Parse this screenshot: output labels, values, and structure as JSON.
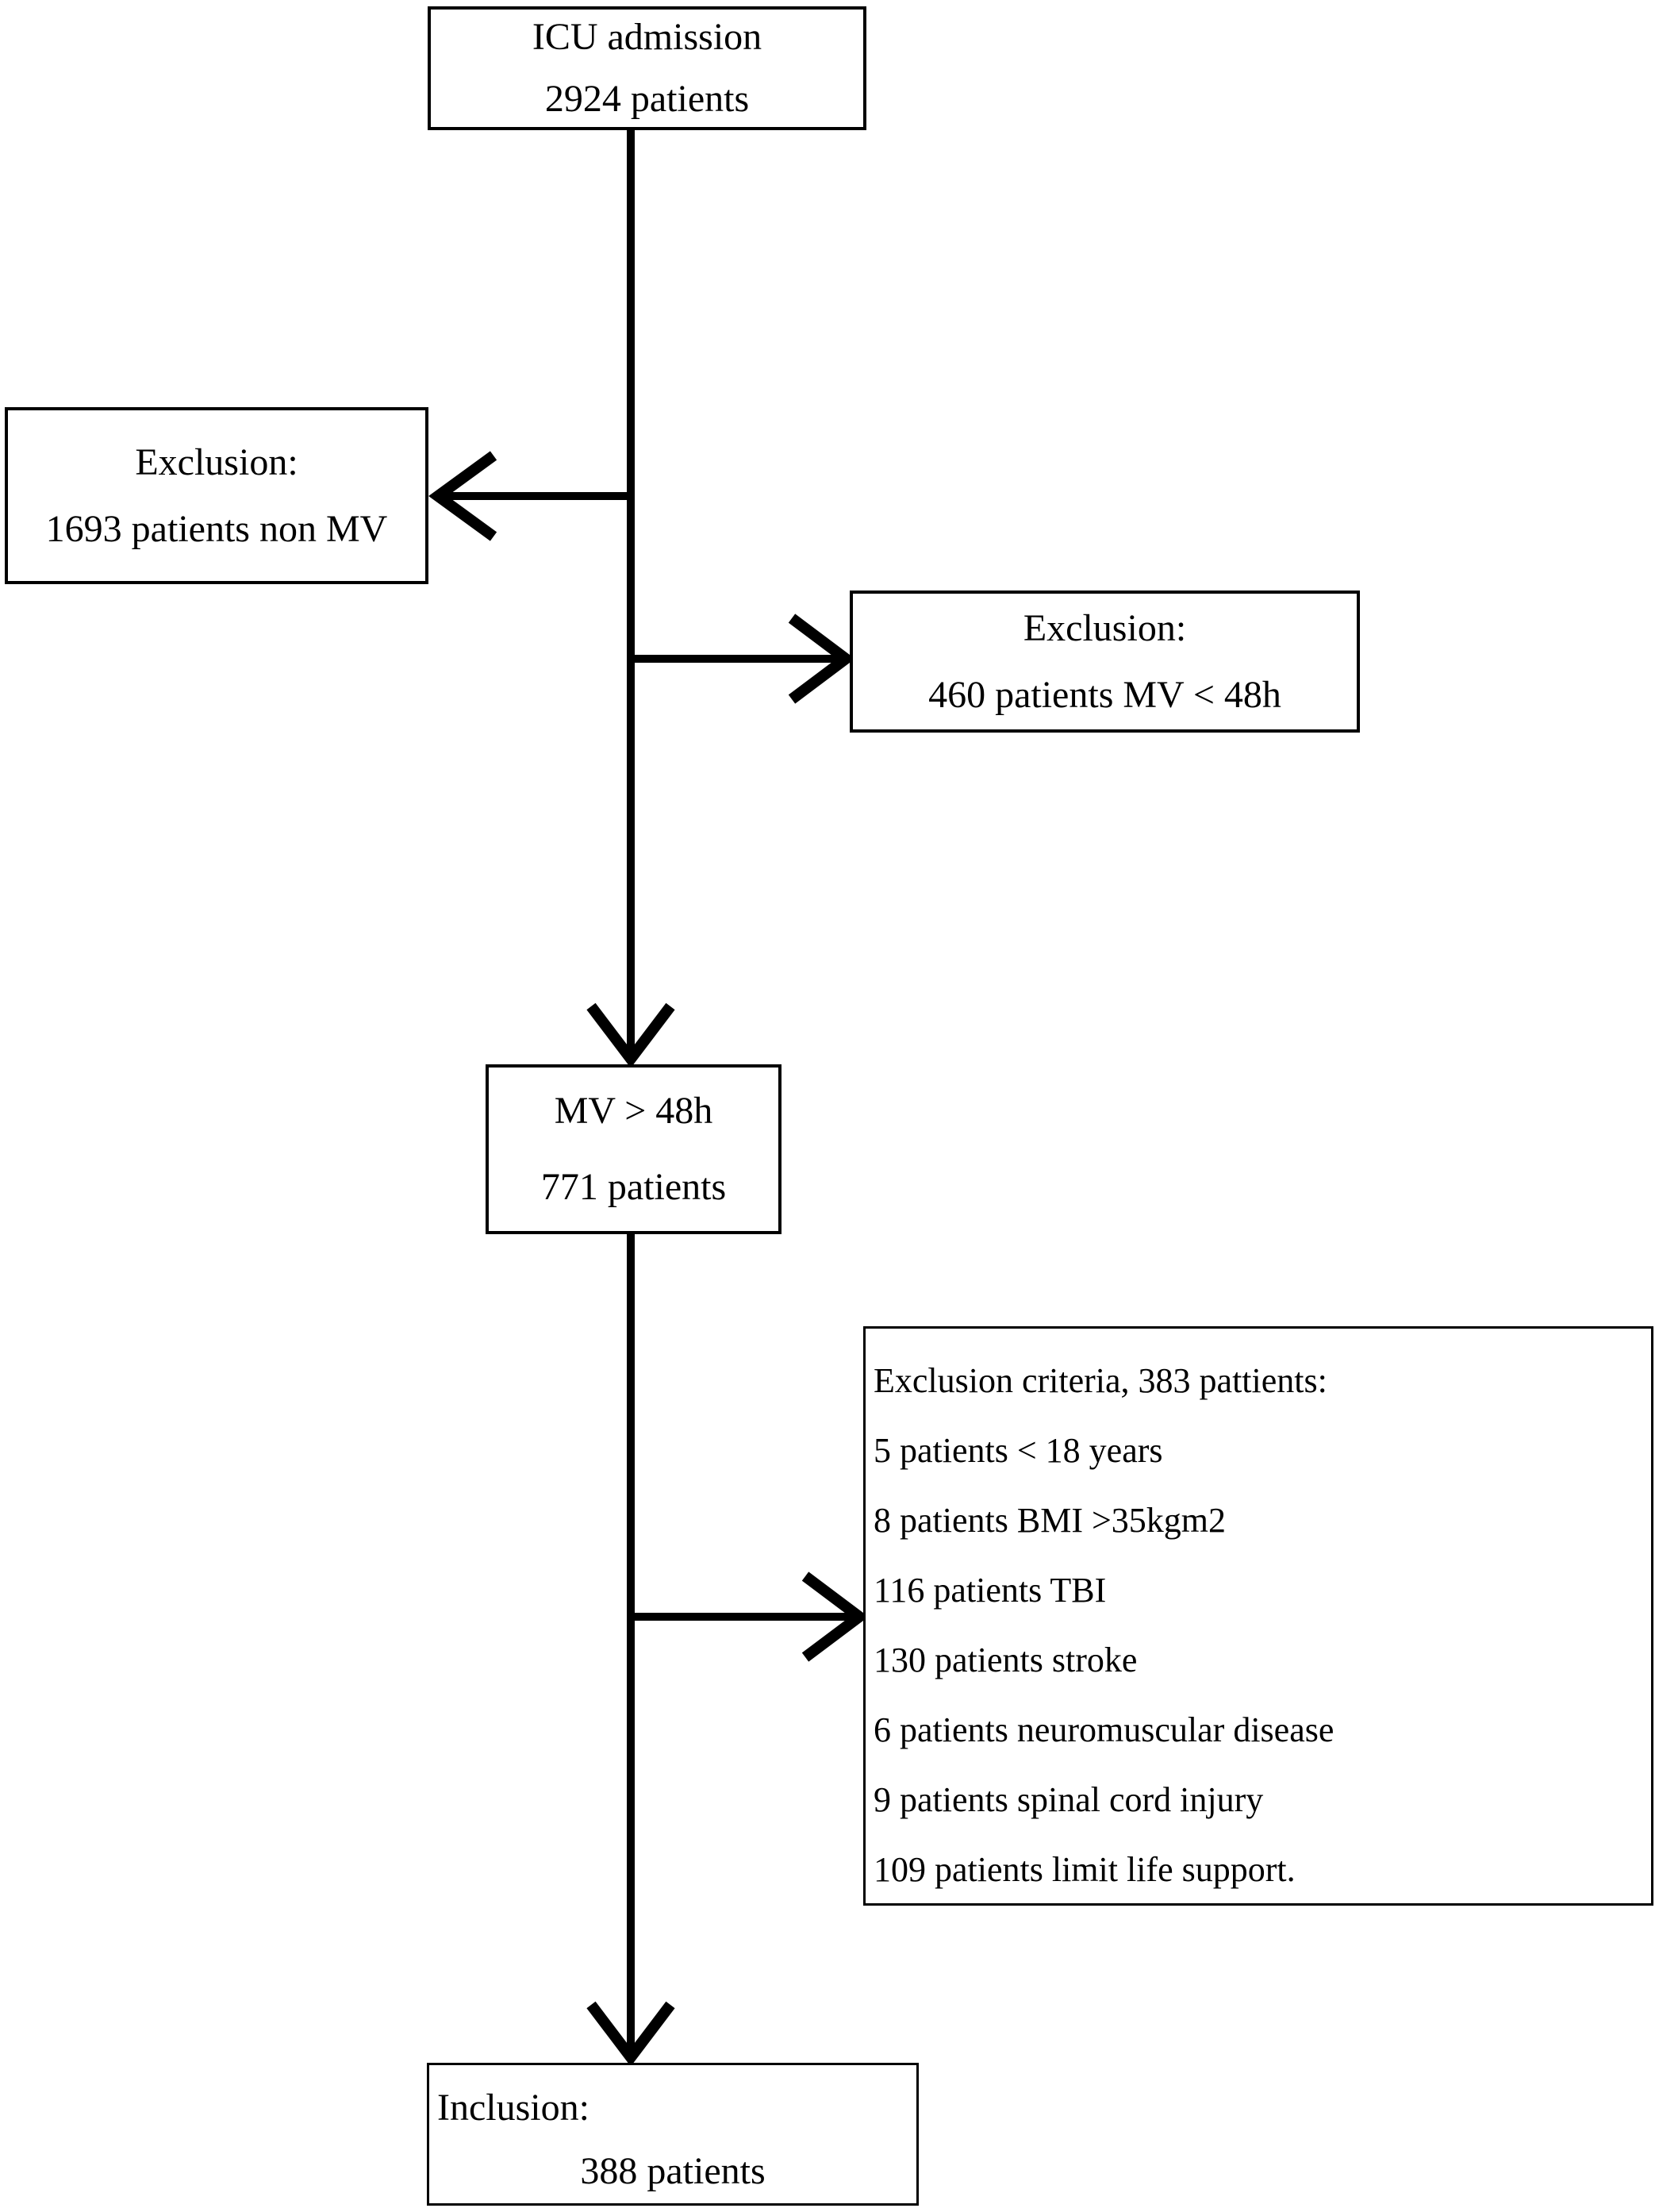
{
  "diagram": {
    "type": "flowchart",
    "colors": {
      "ink": "#000000",
      "background": "#ffffff"
    },
    "nodes": {
      "icu": {
        "lines": [
          "ICU admission",
          "2924 patients"
        ]
      },
      "exclusion_non_mv": {
        "lines": [
          "Exclusion:",
          "1693 patients non MV"
        ]
      },
      "exclusion_mv_lt_48h": {
        "lines": [
          "Exclusion:",
          "460 patients MV < 48h"
        ]
      },
      "mv_gt_48h": {
        "lines": [
          "MV > 48h",
          "771 patients"
        ]
      },
      "exclusion_criteria": {
        "lines": [
          "Exclusion criteria, 383 pattients:",
          "5 patients < 18 years",
          "8 patients BMI >35kgm2",
          "116 patients TBI",
          "130 patients stroke",
          "6 patients neuromuscular disease",
          "9 patients spinal cord injury",
          "109 patients limit life support."
        ]
      },
      "inclusion": {
        "lines": [
          "Inclusion:",
          "388 patients"
        ]
      }
    }
  }
}
